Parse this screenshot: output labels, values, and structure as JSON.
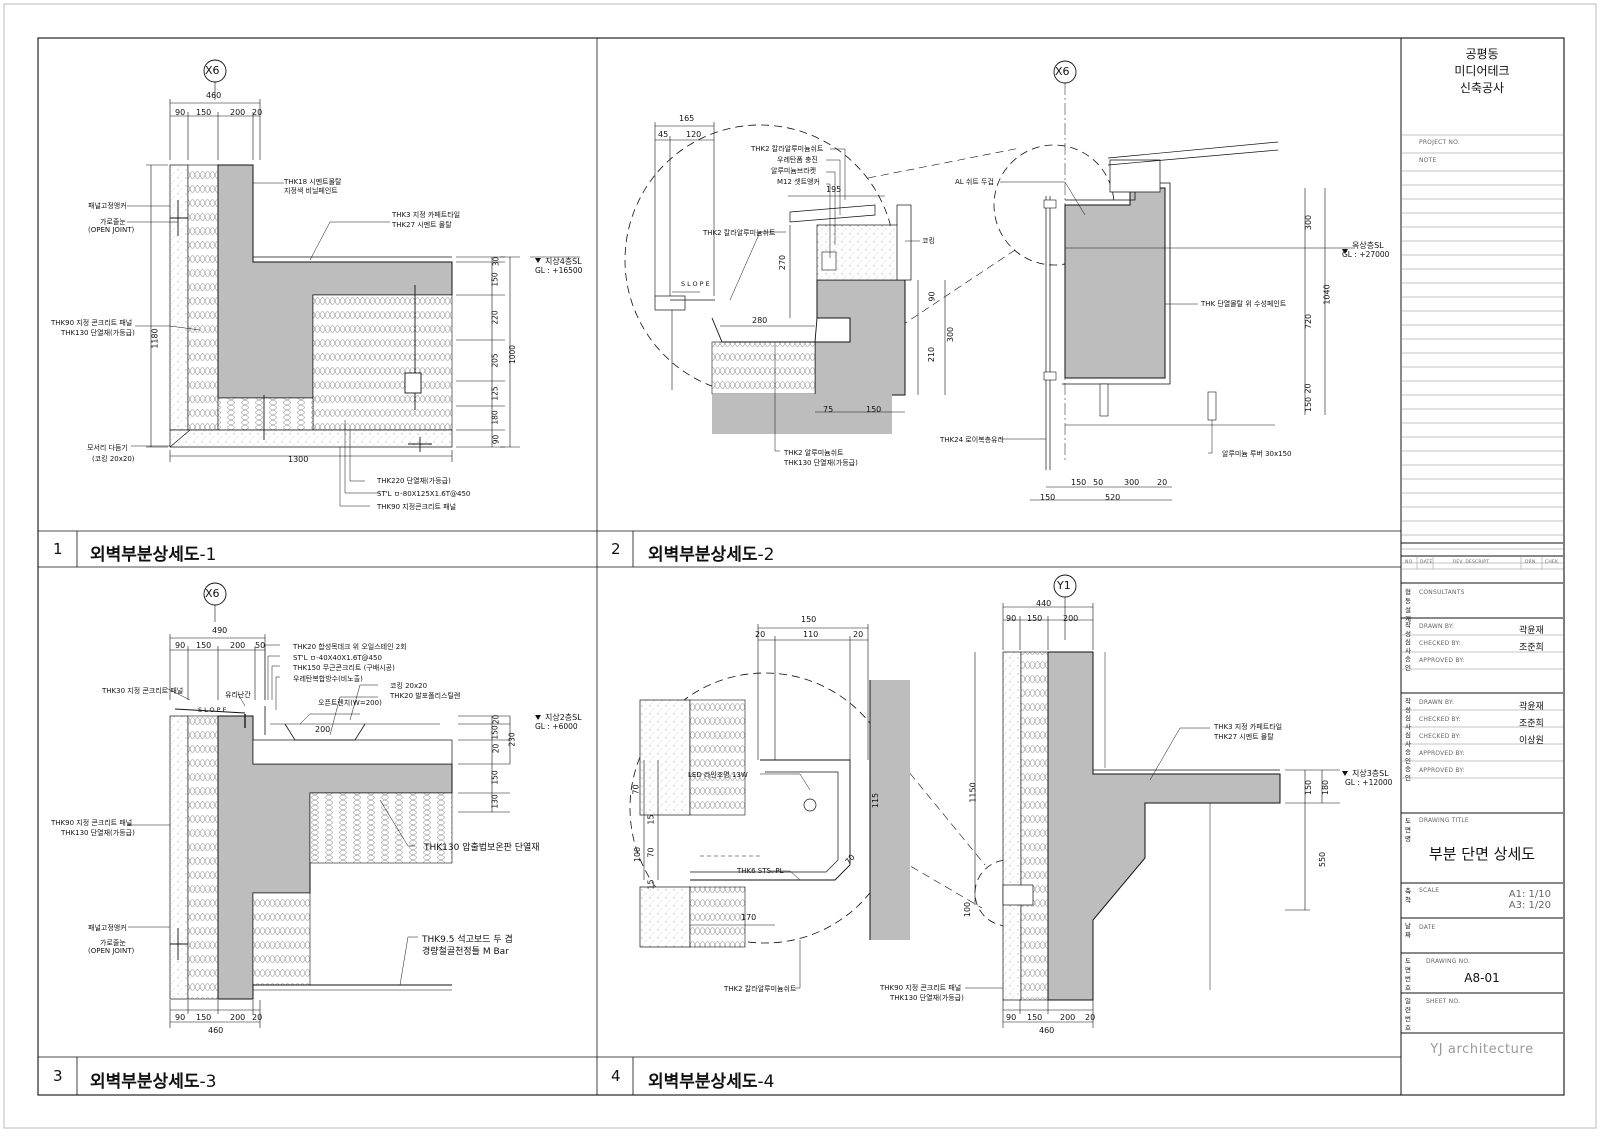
{
  "title_block": {
    "project_name": [
      "공평동",
      "미디어테크",
      "신축공사"
    ],
    "project_no_label": "PROJECT NO.",
    "note_label": "NOTE",
    "revision_headers": [
      "NO.",
      "DATE",
      "REV. DESCRIPT",
      "DRN.",
      "CHEK"
    ],
    "consultants_keys": [
      "협",
      "동",
      "설",
      "계"
    ],
    "consultants_label": "CONSULTANTS",
    "sign_block_1": {
      "keys": [
        "작",
        "성",
        "심",
        "사",
        "승",
        "인"
      ],
      "drawn_by_label": "DRAWN BY:",
      "drawn_by": "곽윤재",
      "checked_by_label": "CHECKED BY:",
      "checked_by": "조준희",
      "approved_by_label": "APPROVED BY:"
    },
    "sign_block_2": {
      "keys": [
        "작",
        "성",
        "심",
        "사",
        "심",
        "사",
        "승",
        "인",
        "승",
        "인"
      ],
      "drawn_by_label": "DRAWN BY:",
      "drawn_by": "곽윤재",
      "checked_by_label": "CHECKED BY:",
      "checked_by": "조준희",
      "checked_by_2_label": "CHECKED BY:",
      "checked_by_2": "이상원",
      "approved_by_label": "APPROVED BY:",
      "approved_by_2_label": "APPROVED BY:"
    },
    "drawing_title_keys": [
      "도",
      "면",
      "명"
    ],
    "drawing_title_label": "DRAWING TITLE",
    "drawing_title": "부분 단면 상세도",
    "scale_keys": [
      "축",
      "척"
    ],
    "scale_label": "SCALE",
    "scale_a1": "A1: 1/10",
    "scale_a3": "A3: 1/20",
    "date_keys": [
      "날",
      "짜"
    ],
    "date_label": "DATE",
    "drawing_no_keys": [
      "도",
      "면",
      "번",
      "호"
    ],
    "drawing_no_label": "DRAWING NO.",
    "drawing_no": "A8-01",
    "sheet_no_keys": [
      "일",
      "련",
      "번",
      "호"
    ],
    "sheet_no_label": "SHEET NO.",
    "firm": "YJ architecture"
  },
  "details": [
    {
      "number": "1",
      "title": "외벽부분상세도",
      "suffix": "-1",
      "grid": "X6",
      "level": "지상4층SL",
      "gl": "GL : +16500",
      "dims_top_total": "460",
      "dims_top": [
        "90",
        "150",
        "200",
        "20"
      ],
      "dims_right": [
        "30",
        "150",
        "220",
        "205",
        "125",
        "180",
        "90"
      ],
      "dims_right_total": "1000",
      "dims_left": "1180",
      "dims_bottom": "1300",
      "notes": [
        "THK18 시멘트몰탈",
        "지정색 비닐페인트",
        "THK3 지정 카페트타일",
        "THK27 시멘트 몰탈",
        "패널고정앵커",
        "가로줄눈",
        "(OPEN JOINT)",
        "THK90 지정 콘크리트 패널",
        "THK130 단열재(가등급)",
        "모서리 다듬기",
        "(코킹 20x20)",
        "THK220 단열재(가등급)",
        "ST'L ㅁ-80X125X1.6T@450",
        "THK90 지정콘크리트 패널"
      ]
    },
    {
      "number": "2",
      "title": "외벽부분상세도",
      "suffix": "-2",
      "grid": "X6",
      "level": "옥상층SL",
      "gl": "GL : +27000",
      "dims_top_total": "165",
      "dims_top": [
        "45",
        "120"
      ],
      "dim_195": "195",
      "dim_270": "270",
      "dim_280": "280",
      "dims_vert": [
        "90",
        "300",
        "210"
      ],
      "dims_bottom": [
        "75",
        "150"
      ],
      "dims_right": [
        "300",
        "720",
        "20",
        "150"
      ],
      "dims_right_total": "1040",
      "dims_bottom2": [
        "150",
        "50",
        "300",
        "20"
      ],
      "dims_bottom2_b": [
        "150",
        "520"
      ],
      "slope": "SLOPE",
      "notes": [
        "THK2 칼라알루미늄쉬트",
        "우레탄폼 충진",
        "알루미늄브라켓",
        "M12 셋트앵커",
        "THK2 칼라알루미늄쉬트",
        "코킹",
        "THK2 알루미늄쉬트",
        "THK130 단열재(가등급)",
        "AL 쉬트 두겁",
        "THK 단열몰탈 위 수성페인트",
        "THK24 로이복층유리",
        "알루미늄 루버 30x150"
      ]
    },
    {
      "number": "3",
      "title": "외벽부분상세도",
      "suffix": "-3",
      "grid": "X6",
      "level": "지상2층SL",
      "gl": "GL : +6000",
      "dims_top_total": "490",
      "dims_top": [
        "90",
        "150",
        "200",
        "50"
      ],
      "dims_bottom_total": "460",
      "dims_bottom": [
        "90",
        "150",
        "200",
        "20"
      ],
      "dim_200": "200",
      "dims_right": [
        "20",
        "150",
        "20",
        "150",
        "130"
      ],
      "dims_right_total": "230",
      "slope": "SLOPE",
      "notes": [
        "THK20 합성목데크 위 오일스테인 2회",
        "ST'L ㅁ-40X40X1.6T@450",
        "THK150 무근콘크리트 (구배시공)",
        "우레탄복합방수(비노출)",
        "THK30 지정 콘크리트 패널",
        "유리난간",
        "코킹 20x20",
        "THK20 발포폴리스틸렌",
        "오픈트렌치(W=200)",
        "THK90 지정 콘크리트 패널",
        "THK130 단열재(가등급)",
        "THK130 압출법보온판 단열재",
        "패널고정앵커",
        "가로줄눈",
        "(OPEN JOINT)",
        "THK9.5 석고보드 두 겹",
        "경량철골천정틀 M Bar"
      ]
    },
    {
      "number": "4",
      "title": "외벽부분상세도",
      "suffix": "-4",
      "grid": "Y1",
      "level": "지상3층SL",
      "gl": "GL : +12000",
      "dims_top_total": "440",
      "dims_top": [
        "90",
        "150",
        "200"
      ],
      "dims_bottom_total": "460",
      "dims_bottom": [
        "90",
        "150",
        "200",
        "20"
      ],
      "dims_circle_top_total": "150",
      "dims_circle_top": [
        "20",
        "110",
        "20"
      ],
      "dims_circle_left": [
        "70",
        "15",
        "70",
        "15"
      ],
      "dim_100": "100",
      "dim_115": "115",
      "dim_170": "170",
      "dim_70d": "70",
      "dims_left": [
        "1150",
        "100"
      ],
      "dims_right": [
        "150",
        "180",
        "550"
      ],
      "notes": [
        "THK3 지정 카페트타일",
        "THK27 시멘트 몰탈",
        "LED 라인조명 13W",
        "THK6 STS. PL",
        "THK2 칼라알루미늄쉬트",
        "THK90 지정 콘크리트 패널",
        "THK130 단열재(가등급)"
      ]
    }
  ]
}
